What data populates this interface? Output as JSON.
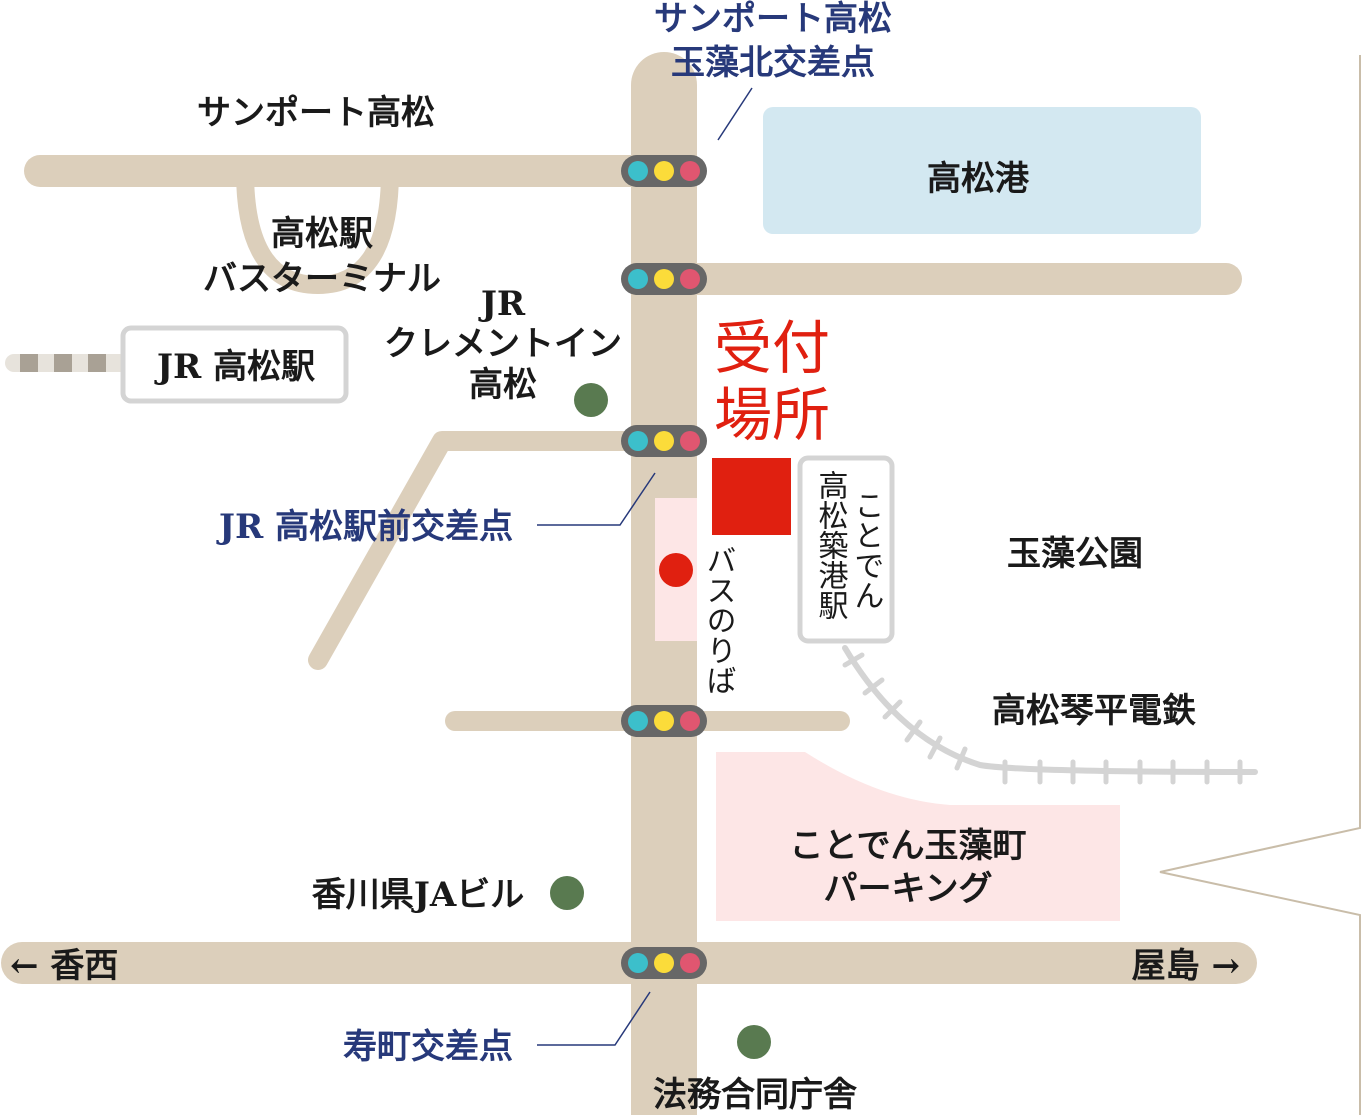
{
  "colors": {
    "road": "#dccfbb",
    "signal_body": "#676767",
    "signal_cyan": "#3cbfcb",
    "signal_yellow": "#fbdc3a",
    "signal_red": "#e05670",
    "intersection_text": "#27397a",
    "reception": "#e02010",
    "harbor": "#d3e8f1",
    "parking": "#fde6e6",
    "rail": "#d4d4d4",
    "landmark": "#597a50"
  },
  "labels": {
    "sunport_north": "サンポート高松",
    "sunport_top_1": "サンポート高松",
    "sunport_top_2": "玉藻北交差点",
    "harbor": "高松港",
    "bus_terminal_1": "高松駅",
    "bus_terminal_2": "バスターミナル",
    "jr_station": "JR 高松駅",
    "clement_1": "JR",
    "clement_2": "クレメントイン",
    "clement_3": "高松",
    "reception_1": "受付",
    "reception_2": "場所",
    "jr_crossing": "JR 高松駅前交差点",
    "bus_stop": "バスのりば",
    "kotoden_1": "ことでん",
    "kotoden_2": "高松築港駅",
    "park": "玉藻公園",
    "railway": "高松琴平電鉄",
    "parking_1": "ことでん玉藻町",
    "parking_2": "パーキング",
    "ja_building": "香川県JAビル",
    "west": "← 香西",
    "east": "屋島 →",
    "kotobuki_crossing": "寿町交差点",
    "legal_office": "法務合同庁舎"
  }
}
